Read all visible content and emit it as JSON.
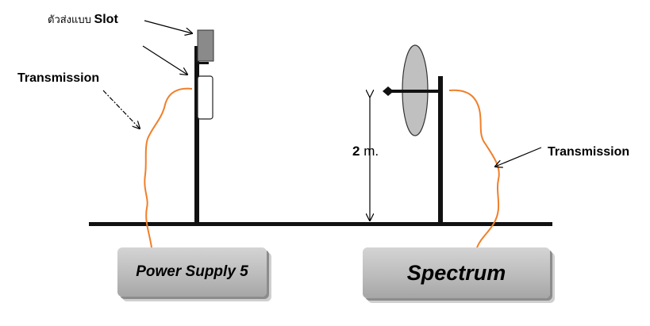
{
  "labels": {
    "slot_antenna_prefix": "ตัวส่งแบบ",
    "slot_antenna_suffix": "Slot",
    "transmission_left": "Transmission",
    "transmission_right": "Transmission",
    "height_value": "2",
    "height_unit": " m."
  },
  "boxes": {
    "power_supply": "Power Supply 5",
    "spectrum": "Spectrum"
  },
  "colors": {
    "cable": "#f07f2a",
    "dish": "#c0c0c0",
    "slot_antenna": "#8a8a8a",
    "stand": "#111111",
    "box_fill": "#bdbdbd"
  }
}
